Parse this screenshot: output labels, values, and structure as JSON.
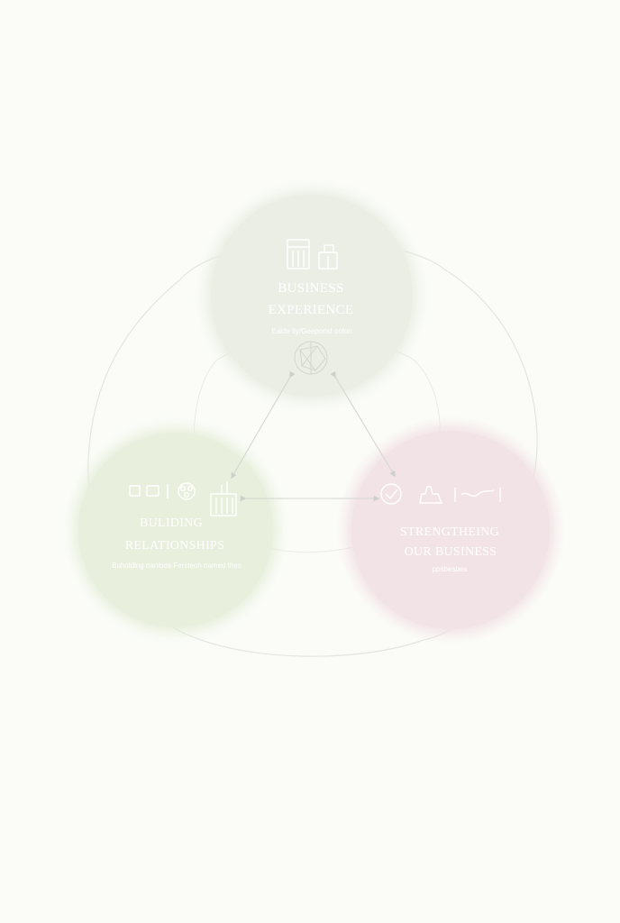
{
  "colors": {
    "background": "#fbfcf8",
    "top_circle": "#ecefe6",
    "left_circle": "#e9f0df",
    "right_circle": "#f3e4e7",
    "label_light": "#ffffff",
    "connector": "#d9dcd6",
    "icon_stroke": "#c9ccc4"
  },
  "nodes": {
    "top": {
      "title_line1": "BUSINESS",
      "title_line2": "EXPERIENCE",
      "subtitle": "Ealde lty/Geeponst oolon",
      "icons": [
        "building-icon",
        "store-icon",
        "globe-network-icon"
      ]
    },
    "left": {
      "title_line1": "BULIDING",
      "title_line2": "RELATIONSHIPS",
      "subtitle": "Buholding oanloos Fersteoh oamed thes",
      "icons": [
        "handshake-icon",
        "community-icon",
        "office-building-icon"
      ]
    },
    "right": {
      "title_line1": "STRENGTHEING",
      "title_line2": "OUR BUSINESS",
      "subtitle": "ppsbesbes",
      "icons": [
        "checkmark-badge-icon",
        "growth-icon",
        "partners-icon"
      ]
    }
  }
}
